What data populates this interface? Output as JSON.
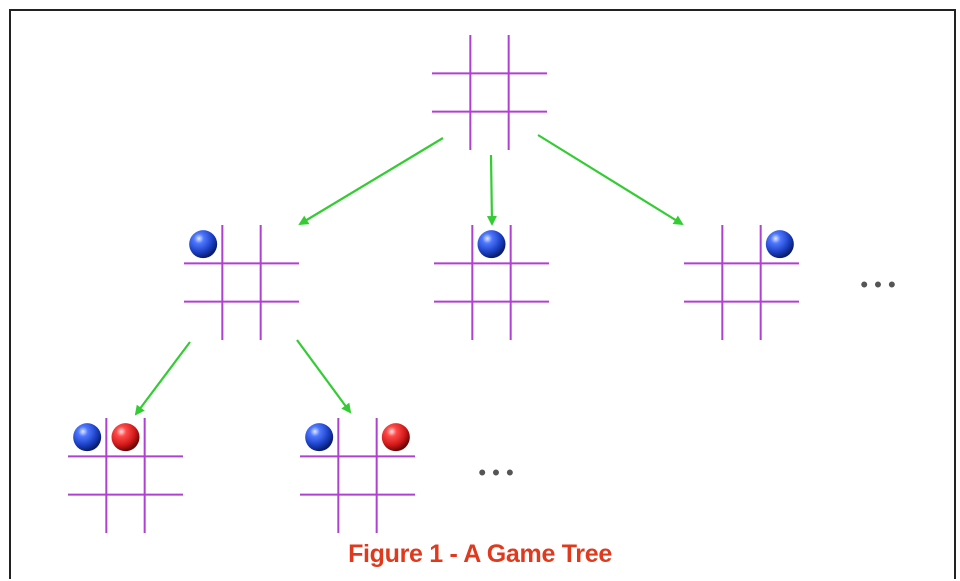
{
  "caption": "Figure 1 - A Game Tree",
  "colors": {
    "grid": "#b040d0",
    "arrow": "#33cc33",
    "caption": "#e03a1e",
    "piece_blue": "#1a3fc4",
    "piece_red": "#d01818",
    "ellipsis": "#555555",
    "frame": "#222222"
  },
  "ellipsis_text": "• • •",
  "boards": [
    {
      "id": "root",
      "level": 0,
      "pieces": []
    },
    {
      "id": "level1-a",
      "level": 1,
      "pieces": [
        {
          "color": "blue",
          "cell": [
            0,
            0
          ]
        }
      ]
    },
    {
      "id": "level1-b",
      "level": 1,
      "pieces": [
        {
          "color": "blue",
          "cell": [
            0,
            1
          ]
        }
      ]
    },
    {
      "id": "level1-c",
      "level": 1,
      "pieces": [
        {
          "color": "blue",
          "cell": [
            0,
            2
          ]
        }
      ]
    },
    {
      "id": "level2-a",
      "level": 2,
      "pieces": [
        {
          "color": "blue",
          "cell": [
            0,
            0
          ]
        },
        {
          "color": "red",
          "cell": [
            0,
            1
          ]
        }
      ]
    },
    {
      "id": "level2-b",
      "level": 2,
      "pieces": [
        {
          "color": "blue",
          "cell": [
            0,
            0
          ]
        },
        {
          "color": "red",
          "cell": [
            0,
            2
          ]
        }
      ]
    }
  ],
  "edges": [
    {
      "from": "root",
      "to": "level1-a"
    },
    {
      "from": "root",
      "to": "level1-b"
    },
    {
      "from": "root",
      "to": "level1-c"
    },
    {
      "from": "level1-a",
      "to": "level2-a"
    },
    {
      "from": "level1-a",
      "to": "level2-b"
    }
  ]
}
